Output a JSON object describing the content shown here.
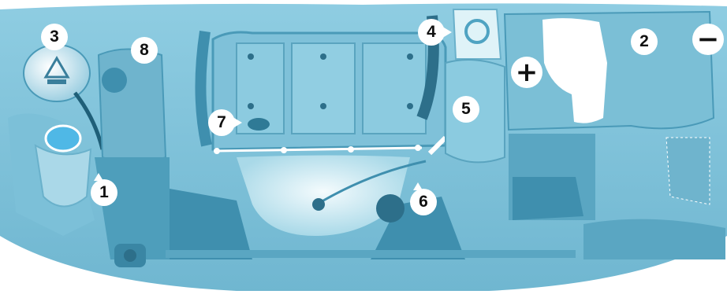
{
  "callouts": {
    "c1": "1",
    "c2": "2",
    "c3": "3",
    "c4": "4",
    "c5": "5",
    "c6": "6",
    "c7": "7",
    "c8": "8"
  },
  "terminals": {
    "positive": "+",
    "negative": "−"
  },
  "colors": {
    "background": "#8ecbe0",
    "shadow": "#3f8fae",
    "highlight": "#dff3f8",
    "label": "#ffffff"
  }
}
